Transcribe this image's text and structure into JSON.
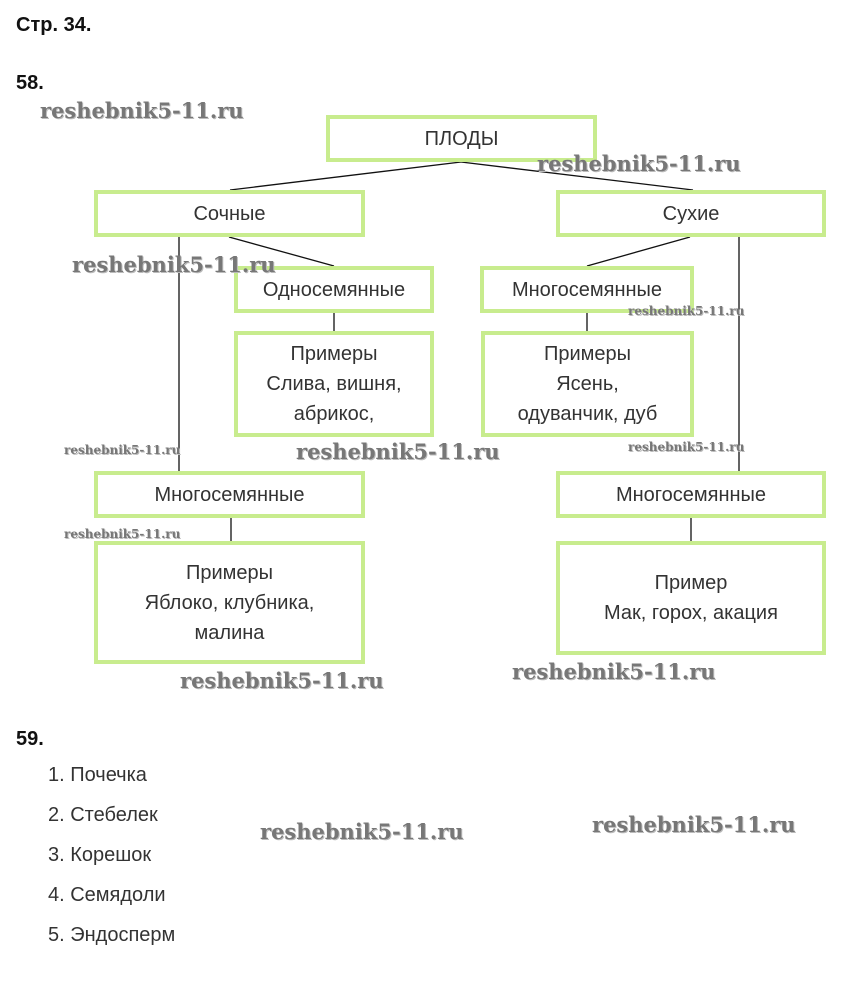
{
  "page_header": "Стр. 34.",
  "task58": {
    "number": "58.",
    "root": "ПЛОДЫ",
    "juicy": "Сочные",
    "dry": "Сухие",
    "juicy_single": "Односемянные",
    "juicy_single_examples": [
      "Примеры",
      "Слива, вишня,",
      "абрикос,"
    ],
    "dry_multi_top": "Многосемянные",
    "dry_multi_top_examples": [
      "Примеры",
      "Ясень,",
      "одуванчик, дуб"
    ],
    "juicy_multi": "Многосемянные",
    "juicy_multi_examples": [
      "Примеры",
      "Яблоко, клубника,",
      "малина"
    ],
    "dry_multi": "Многосемянные",
    "dry_multi_examples": [
      "Пример",
      "Мак, горох, акация"
    ]
  },
  "task59": {
    "number": "59.",
    "items": [
      "1. Почечка",
      "2. Стебелек",
      "3. Корешок",
      "4. Семядоли",
      "5. Эндосперм"
    ]
  },
  "watermark": "reshebnik5-11.ru"
}
